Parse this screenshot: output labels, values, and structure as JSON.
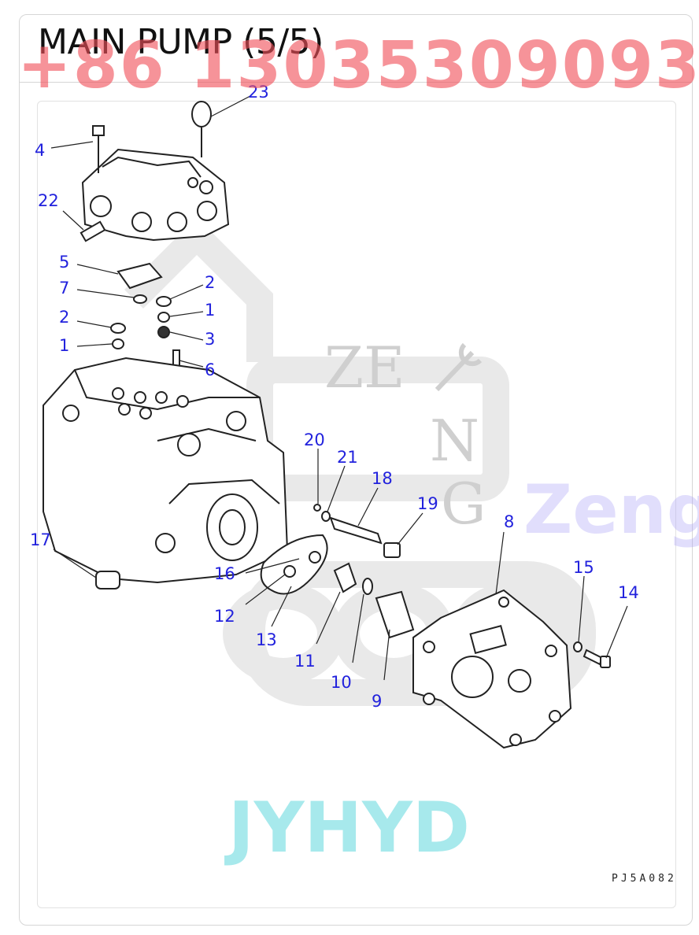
{
  "header": {
    "title": "MAIN PUMP (5/5)"
  },
  "diagram": {
    "drawing_code": "PJ5A082",
    "callouts": [
      "23",
      "4",
      "22",
      "5",
      "2",
      "7",
      "1",
      "2",
      "3",
      "1",
      "6",
      "20",
      "21",
      "18",
      "19",
      "8",
      "17",
      "16",
      "15",
      "14",
      "12",
      "13",
      "11",
      "10",
      "9"
    ]
  },
  "watermarks": {
    "phone": "+86 13035309093",
    "brand_mid": "Zeng",
    "brand_bottom": "JYHYD",
    "background_letters": [
      "ZE",
      "N",
      "G"
    ]
  },
  "colors": {
    "callout_text": "#2222dd",
    "phone_watermark": "#f0505a",
    "brand_watermark": "#5fd7dc"
  }
}
